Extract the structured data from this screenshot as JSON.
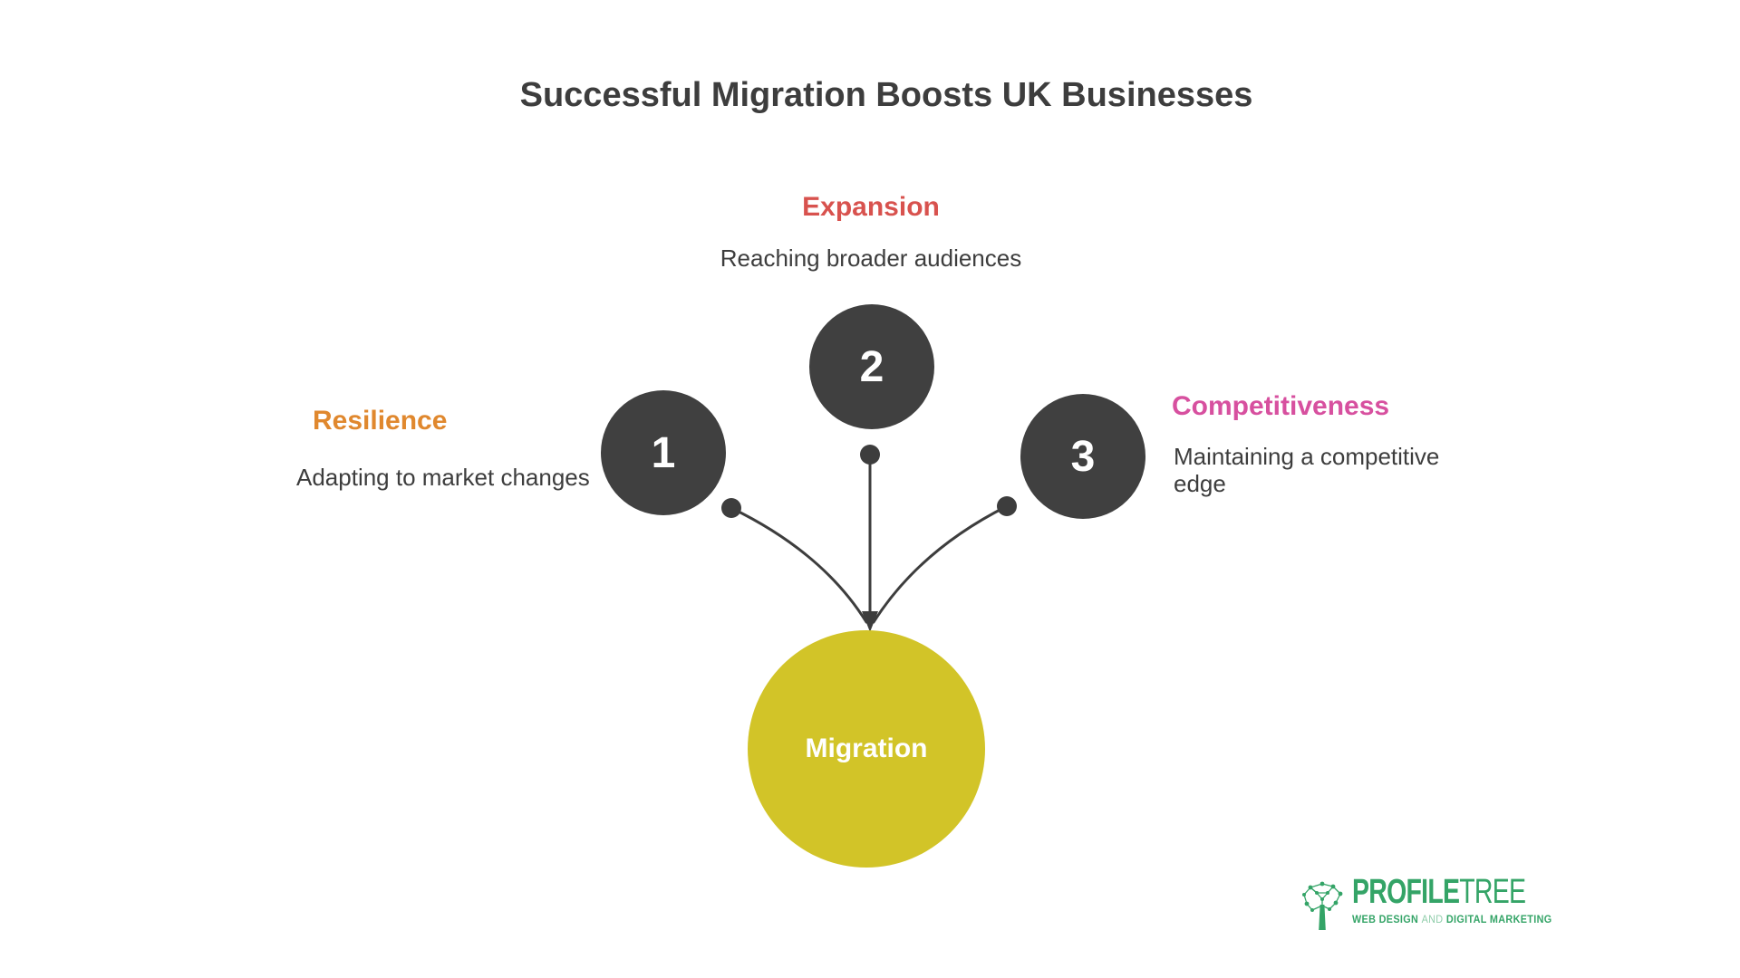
{
  "title": "Successful Migration Boosts UK Businesses",
  "center_node": {
    "label": "Migration",
    "color": "#d2c428"
  },
  "nodes": [
    {
      "number": "1",
      "heading": "Resilience",
      "description": "Adapting to market changes",
      "heading_color": "#e0882e"
    },
    {
      "number": "2",
      "heading": "Expansion",
      "description": "Reaching broader audiences",
      "heading_color": "#d8524e"
    },
    {
      "number": "3",
      "heading": "Competitiveness",
      "description": "Maintaining a competitive edge",
      "heading_color": "#d7509f"
    }
  ],
  "colors": {
    "background": "#ffffff",
    "step_circle": "#404040",
    "connector": "#3d3d3d",
    "body_text": "#3d3d3d",
    "logo_green": "#34a467",
    "logo_green_light": "#8fcdaa"
  },
  "logo": {
    "brand_bold": "PROFILE",
    "brand_light": "TREE",
    "tagline_lead": "WEB DESIGN",
    "tagline_and": "AND",
    "tagline_tail": "DIGITAL MARKETING"
  }
}
